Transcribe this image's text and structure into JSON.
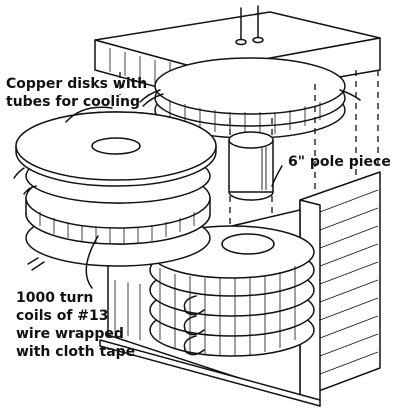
{
  "labels": {
    "copper_disks_line1": "Copper disks with",
    "copper_disks_line2": "tubes for cooling",
    "pole_piece": "6\" pole piece",
    "coils_line1": "1000 turn",
    "coils_line2": "coils of #13",
    "coils_line3": "wire wrapped",
    "coils_line4": "with cloth tape"
  }
}
